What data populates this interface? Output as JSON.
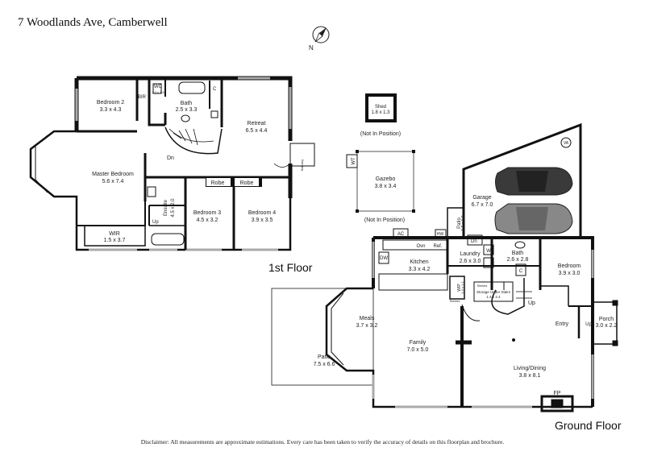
{
  "title": "7 Woodlands Ave, Camberwell",
  "compass": "N",
  "floors": {
    "first": "1st Floor",
    "ground": "Ground Floor"
  },
  "disclaimer": "Disclaimer: All measurements are approximate estimations. Every care has been taken to verify the accuracy of details on this floorplan and brochure.",
  "rooms": {
    "bedroom2": {
      "name": "Bedroom 2",
      "dims": "3.3 x 4.3"
    },
    "wc": {
      "name": "WC",
      "dims": "1.0 x 1.6"
    },
    "bir": {
      "name": "BIR"
    },
    "bath1": {
      "name": "Bath",
      "dims": "2.5 x 3.3"
    },
    "c1": {
      "name": "C"
    },
    "retreat": {
      "name": "Retreat",
      "dims": "6.5 x 4.4"
    },
    "balcony": {
      "name": "Balcony",
      "dims": "1.1 x 1.3"
    },
    "dn1": {
      "name": "Dn"
    },
    "master": {
      "name": "Master Bedroom",
      "dims": "5.6 x 7.4"
    },
    "ensuite": {
      "name": "Ensuite",
      "dims": "4.5 x 2.0"
    },
    "up1": {
      "name": "Up"
    },
    "wir": {
      "name": "WIR",
      "dims": "1.5 x 3.7"
    },
    "robe1": {
      "name": "Robe"
    },
    "robe2": {
      "name": "Robe"
    },
    "bedroom3": {
      "name": "Bedroom 3",
      "dims": "4.5 x 3.2"
    },
    "bedroom4": {
      "name": "Bedroom 4",
      "dims": "3.9 x 3.5"
    },
    "shed": {
      "name": "Shed",
      "dims": "1.8 x 1.3"
    },
    "shed_note": "(Not In Position)",
    "gazebo": {
      "name": "Gazebo",
      "dims": "3.8 x 3.4"
    },
    "gazebo_note": "(Not In Position)",
    "wt": {
      "name": "WT"
    },
    "va": {
      "name": "VA"
    },
    "garage": {
      "name": "Garage",
      "dims": "6.7 x 7.0"
    },
    "patio_small": {
      "name": "Patio",
      "dims": "1.9 x 1.0"
    },
    "hw": {
      "name": "HW"
    },
    "ac": {
      "name": "AC"
    },
    "ovn": {
      "name": "Ovn"
    },
    "ref": {
      "name": "Ref."
    },
    "dw": {
      "name": "DW"
    },
    "kitchen": {
      "name": "Kitchen",
      "dims": "3.3 x 4.2"
    },
    "laundry": {
      "name": "Laundry",
      "dims": "2.6 x 3.0"
    },
    "dn2": {
      "name": "Dn"
    },
    "w": {
      "name": "W"
    },
    "bath2": {
      "name": "Bath",
      "dims": "2.6 x 2.8"
    },
    "c2": {
      "name": "C"
    },
    "bedroom_g": {
      "name": "Bedroom",
      "dims": "3.9 x 3.0"
    },
    "wip": {
      "name": "WIP",
      "dims": "1.3 x 1.1"
    },
    "storage": {
      "name": "Storage Under Stairs",
      "dims": "1.4 x 2.4"
    },
    "shelves1": {
      "name": "Shelves"
    },
    "shelves2": {
      "name": "Shelves"
    },
    "up2": {
      "name": "Up"
    },
    "meals": {
      "name": "Meals",
      "dims": "3.7 x 3.2"
    },
    "family": {
      "name": "Family",
      "dims": "7.0 x 5.0"
    },
    "patio_large": {
      "name": "Patio",
      "dims": "7.5 x 6.6"
    },
    "entry": {
      "name": "Entry"
    },
    "up3": {
      "name": "Up"
    },
    "porch": {
      "name": "Porch",
      "dims": "3.0 x 2.2"
    },
    "living": {
      "name": "Living/Dining",
      "dims": "3.8 x 8.1"
    },
    "fp": {
      "name": "FP"
    }
  }
}
